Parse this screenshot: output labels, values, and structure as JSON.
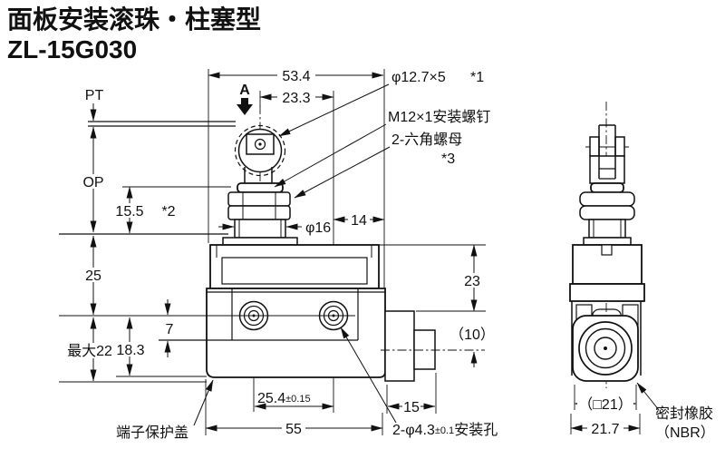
{
  "header": {
    "title": "面板安装滚珠・柱塞型",
    "model": "ZL-15G030"
  },
  "front": {
    "section_arrow": "A",
    "travel": {
      "pt": "PT",
      "op": "OP",
      "stroke": "15.5",
      "stroke_ref": "*2"
    },
    "dims": {
      "top_width": "53.4",
      "roller_offset": "23.3",
      "body_h_upper": "25",
      "hole_to_face": "7",
      "hole_to_bottom": "18.3",
      "hole_to_cover_max": "最大22",
      "thread_dia": "φ16",
      "edge_offset": "14",
      "head_to_boss": "23",
      "boss_half": "（10）",
      "hole_pitch": "25.4",
      "hole_pitch_tol": "±0.15",
      "body_width": "55",
      "boss_width": "15"
    },
    "callouts": {
      "ball": "φ12.7×5",
      "ball_ref": "*1",
      "mount_screw": "M12×1安装螺钉",
      "hex_nuts": "2-六角螺母",
      "hex_nuts_ref": "*3",
      "mount_holes": "2-φ4.3",
      "mount_holes_tol": "±0.1",
      "mount_holes_suffix": "安装孔",
      "terminal_cover": "端子保护盖"
    }
  },
  "side": {
    "dims": {
      "boot_square": "（□21）",
      "body_depth": "21.7"
    },
    "callouts": {
      "seal": "密封橡胶",
      "seal_material": "（NBR）"
    }
  }
}
